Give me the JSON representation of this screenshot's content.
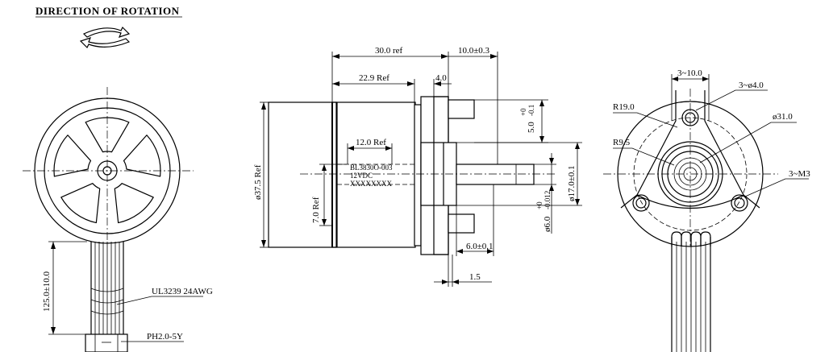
{
  "title": "DIRECTION OF ROTATION",
  "front_view": {
    "cable_length": "125.0±10.0",
    "cable_spec": "UL3239 24AWG",
    "connector": "PH2.0-5Y"
  },
  "side_view": {
    "overall_length": "30.0 ref",
    "shaft_extension": "10.0±0.3",
    "body_length": "22.9 Ref",
    "flange": "4.0",
    "stator_length": "12.0 Ref",
    "boss_height": "5.0",
    "boss_height_tol_upper": "+0",
    "boss_height_tol_lower": "-0.1",
    "body_diameter": "ø37.5 Ref",
    "wire_offset": "7.0 Ref",
    "boss_diameter": "ø17.0±0.1",
    "shaft_diameter": "ø6.0",
    "shaft_tol_upper": "+0",
    "shaft_tol_lower": "-0.012",
    "shaft_flat": "6.0±0.1",
    "base_thickness": "1.5",
    "label_line1": "BL3830O-003",
    "label_line2": "12VDC",
    "label_line3": "XXXXXXXX"
  },
  "rear_view": {
    "slot_width": "3~10.0",
    "hole_diameter": "3~ø4.0",
    "radius_outer": "R19.0",
    "bolt_circle": "ø31.0",
    "radius_inner": "R9.5",
    "thread": "3~M3"
  }
}
